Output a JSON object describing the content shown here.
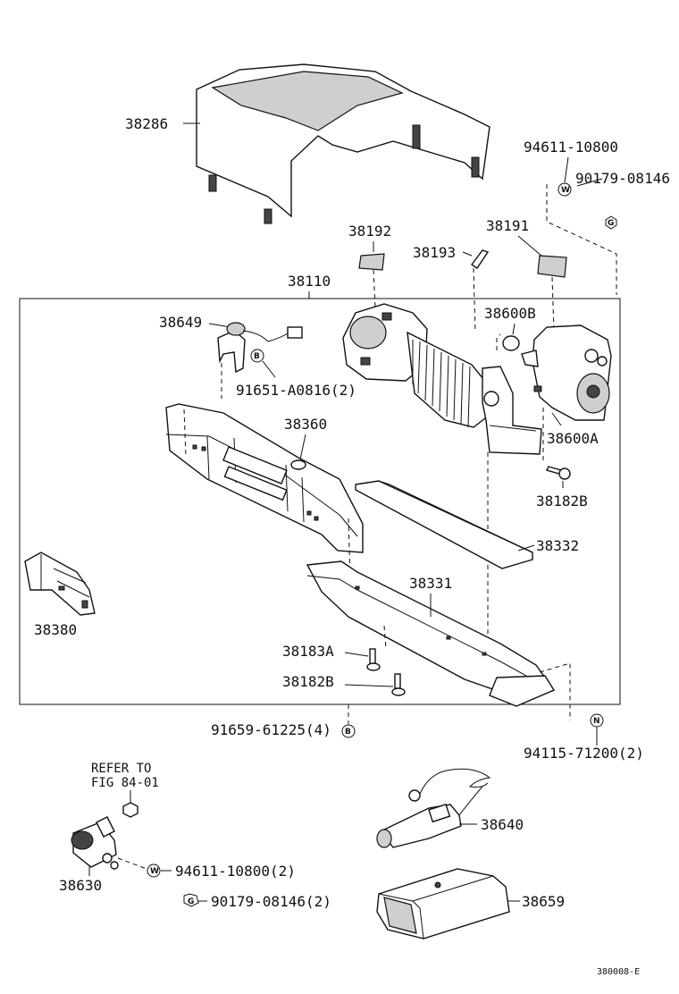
{
  "diagram_code": "380008-E",
  "labels": {
    "p38286": "38286",
    "p38192": "38192",
    "p38193": "38193",
    "p38191": "38191",
    "p38110": "38110",
    "p38649": "38649",
    "p38600B": "38600B",
    "p38600A": "38600A",
    "p91651": "91651-A0816(2)",
    "p38360": "38360",
    "p38182B_top": "38182B",
    "p38332": "38332",
    "p38331": "38331",
    "p38380": "38380",
    "p38183A": "38183A",
    "p38182B_bot": "38182B",
    "p91659": "91659-61225(4)",
    "p94115": "94115-71200(2)",
    "p94611_top": "94611-10800",
    "p90179_top": "90179-08146",
    "refer_line1": "REFER TO",
    "refer_line2": "FIG 84-01",
    "p38630": "38630",
    "p94611_bot": "94611-10800(2)",
    "p90179_bot": "90179-08146(2)",
    "p38640": "38640",
    "p38659": "38659"
  },
  "markers": {
    "w": "W",
    "g": "G",
    "b": "B",
    "n": "N"
  }
}
